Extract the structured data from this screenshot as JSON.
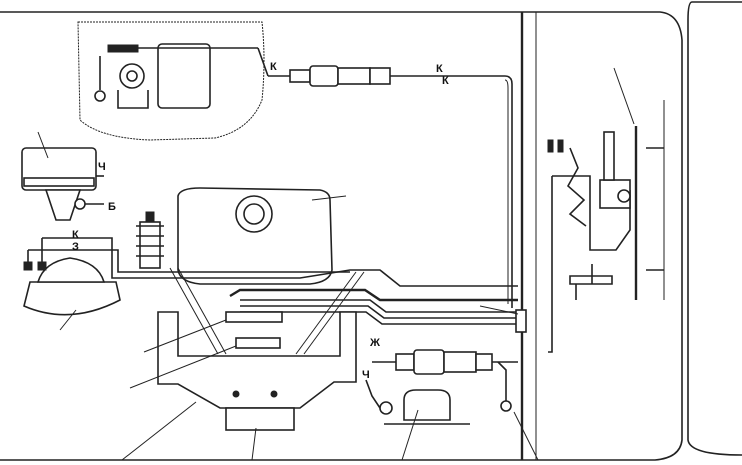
{
  "wire_labels": {
    "k_top_left": "К",
    "k_top_right": "К",
    "k_top_right2": "К",
    "ch_coil": "Ч",
    "b_terminal": "Б",
    "k_lamp": "К",
    "z_lamp": "З",
    "zh_lower": "Ж",
    "ch_lower": "Ч"
  },
  "colors": {
    "ink": "#222222",
    "paper": "#ffffff"
  }
}
